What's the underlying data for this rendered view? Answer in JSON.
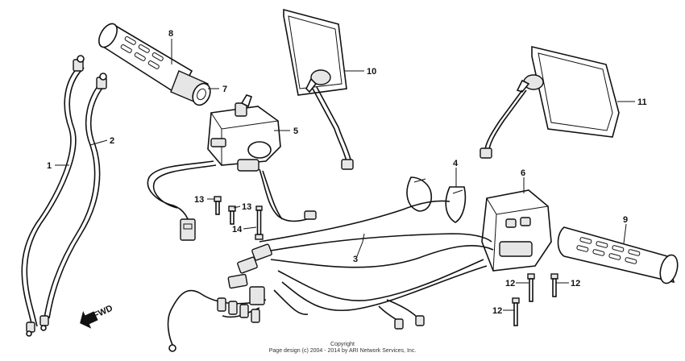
{
  "diagram": {
    "callouts": {
      "p1": "1",
      "p2": "2",
      "p3": "3",
      "p4": "4",
      "p5": "5",
      "p6": "6",
      "p7": "7",
      "p8": "8",
      "p9": "9",
      "p10": "10",
      "p11": "11",
      "p12a": "12",
      "p12b": "12",
      "p12c": "12",
      "p13a": "13",
      "p13b": "13",
      "p14": "14"
    },
    "direction_label": "FWD"
  },
  "footer": {
    "line1": "Copyright",
    "line2": "Page design (c) 2004 - 2014 by ARI Network Services, Inc."
  }
}
